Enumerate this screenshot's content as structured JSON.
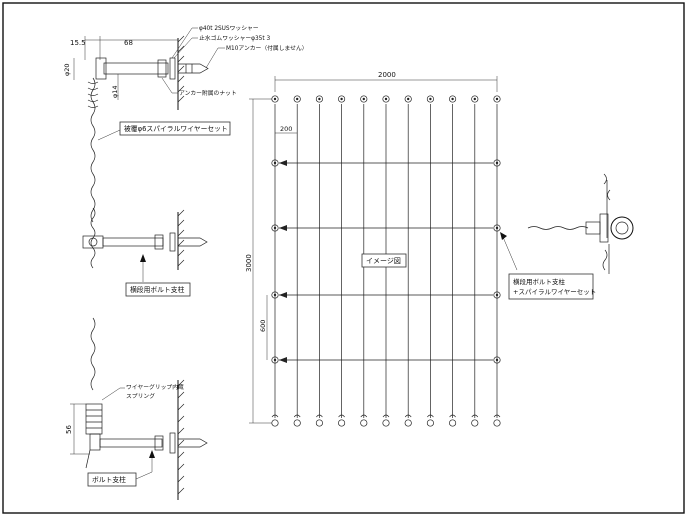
{
  "detail_top": {
    "dim_left": "15.5",
    "dim_main": "68",
    "dim_dia20": "φ20",
    "dim_dia14": "φ14",
    "note1": "φ40t 2SUSワッシャー",
    "note2": "止水ゴムワッシャーφ35t 3",
    "note3": "M10アンカー（付属しません）",
    "note4": "アンカー附属のナット",
    "callout": "被覆φ6スパイラルワイヤーセット"
  },
  "detail_mid": {
    "callout": "横段用ボルト支柱"
  },
  "detail_bottom": {
    "note": "ワイヤーグリップ内蔵\nスプリング",
    "note_line1": "ワイヤーグリップ内蔵",
    "note_line2": "スプリング",
    "dim": "56",
    "callout": "ボルト支柱"
  },
  "elevation": {
    "dim_width": "2000",
    "dim_pitch": "200",
    "dim_height": "3000",
    "dim_row": "600",
    "image_label": "イメージ図",
    "callout_line1": "横段用ボルト支柱",
    "callout_line2": "+スパイラルワイヤーセット"
  },
  "colors": {
    "line": "#222222",
    "background": "#ffffff"
  }
}
